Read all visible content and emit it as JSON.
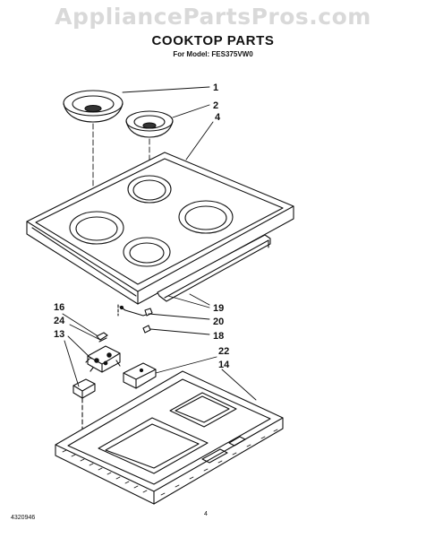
{
  "watermark": "AppliancePartsPros.com",
  "header": {
    "title": "COOKTOP PARTS",
    "model": "For Model: FES375VW0"
  },
  "callouts": {
    "c1": "1",
    "c2": "2",
    "c4": "4",
    "c16": "16",
    "c24": "24",
    "c13": "13",
    "c19": "19",
    "c20": "20",
    "c18": "18",
    "c22": "22",
    "c14": "14"
  },
  "footer": {
    "part_code": "4320946",
    "page_number": "4"
  }
}
